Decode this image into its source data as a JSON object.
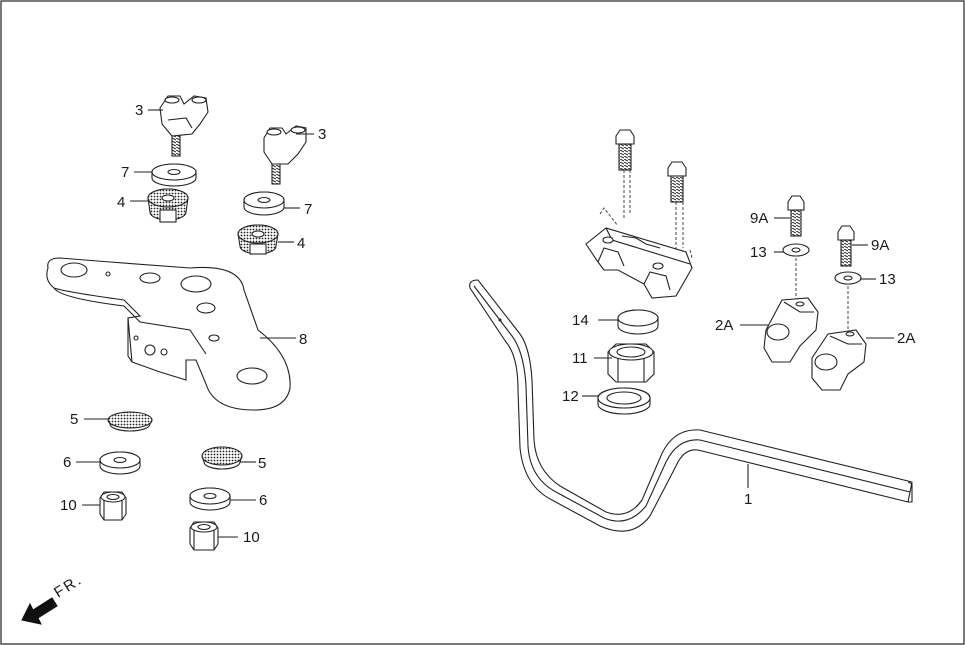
{
  "diagram": {
    "direction_label": "FR.",
    "parts": {
      "bar": "1",
      "holder_2a": "2A",
      "damper_nut_3": "3",
      "rubber_4": "4",
      "rubber_5": "5",
      "washer_6": "6",
      "washer_7": "7",
      "bracket_8": "8",
      "bolt_9a": "9A",
      "nut_10": "10",
      "nut_11": "11",
      "washer_12": "12",
      "washer_13": "13",
      "cap_14": "14"
    }
  }
}
